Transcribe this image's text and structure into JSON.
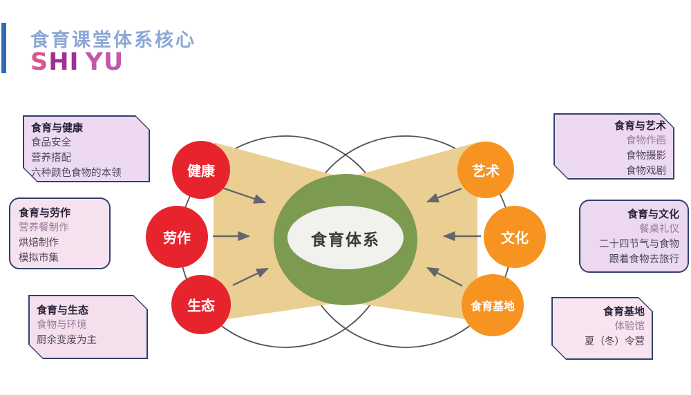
{
  "header": {
    "title": "食育课堂体系核心",
    "logo": {
      "part1": "S",
      "part2": "HI",
      "part3": "YU"
    }
  },
  "center": {
    "label": "食育体系"
  },
  "nodes_left": [
    {
      "label": "健康"
    },
    {
      "label": "劳作"
    },
    {
      "label": "生态"
    }
  ],
  "nodes_right": [
    {
      "label": "艺术"
    },
    {
      "label": "文化"
    },
    {
      "label": "食育基地"
    }
  ],
  "boxes_left": [
    {
      "title": "食育与健康",
      "items": [
        "食品安全",
        "营养搭配",
        "六种颜色食物的本领"
      ]
    },
    {
      "title": "食育与劳作",
      "items": [
        "营养餐制作",
        "烘焙制作",
        "模拟市集"
      ]
    },
    {
      "title": "食育与生态",
      "items": [
        "食物与环境",
        "厨余变废为主"
      ]
    }
  ],
  "boxes_right": [
    {
      "title": "食育与艺术",
      "items": [
        "食物作画",
        "食物摄影",
        "食物戏剧"
      ]
    },
    {
      "title": "食育与文化",
      "items": [
        "餐桌礼仪",
        "二十四节气与食物",
        "跟着食物去旅行"
      ]
    },
    {
      "title": "食育基地",
      "items": [
        "体验馆",
        "夏（冬）令营"
      ]
    }
  ],
  "colors": {
    "title_blue": "#8ca7d5",
    "logo_pink": "#dd5590",
    "logo_purple": "#a23093",
    "accent_bar_blue": "#2e6bb2",
    "box_border": "#323e6e",
    "box_fill_lavender": "#eddaf0",
    "box_fill_pink": "#f6e2ee",
    "funnel_tan": "#ebcf92",
    "ring_green": "#7c9b51",
    "node_red": "#e7232e",
    "node_orange": "#f79320",
    "arrow_gray": "#64666d"
  }
}
